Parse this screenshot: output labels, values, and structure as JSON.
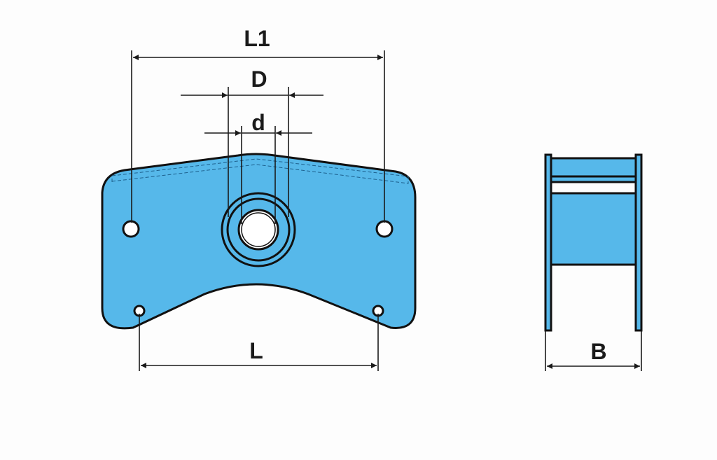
{
  "colors": {
    "part_fill": "#56b8ea",
    "outline": "#111111",
    "background": "#fdfdfd",
    "hidden_line": "#1d5f8c"
  },
  "labels": {
    "L1": "L1",
    "D": "D",
    "d": "d",
    "L": "L",
    "B": "B"
  }
}
